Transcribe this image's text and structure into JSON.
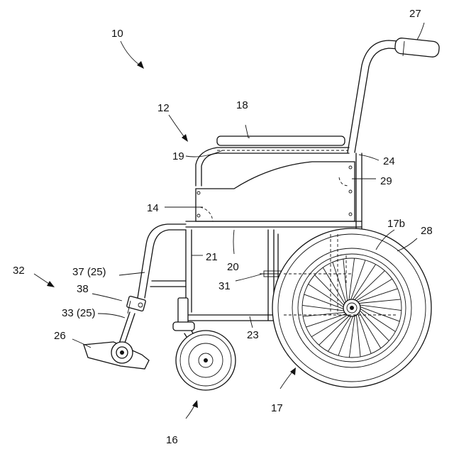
{
  "labels": {
    "l10": "10",
    "l12": "12",
    "l14": "14",
    "l16": "16",
    "l17": "17",
    "l17b": "17b",
    "l18": "18",
    "l19": "19",
    "l20": "20",
    "l21": "21",
    "l23": "23",
    "l24": "24",
    "l26": "26",
    "l27": "27",
    "l28": "28",
    "l29": "29",
    "l31": "31",
    "l32": "32",
    "l33": "33 (25)",
    "l37": "37 (25)",
    "l38": "38"
  }
}
